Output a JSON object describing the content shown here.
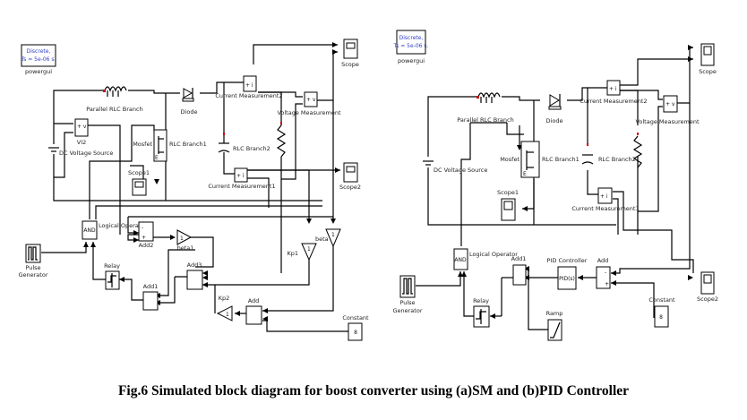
{
  "caption": "Fig.6 Simulated block diagram for boost converter using (a)SM and (b)PID Controller",
  "diagram_a": {
    "powergui": {
      "line1": "Discrete,",
      "line2": "Ts = 5e-06 s.",
      "label": "powergui"
    },
    "blocks": {
      "parallel_rlc": "Parallel RLC Branch",
      "diode": "Diode",
      "current_meas2": "Current Measurement2",
      "voltage_meas": "Voltage Measurement",
      "scope": "Scope",
      "vi2": "VI2",
      "dc_source": "DC Voltage Source",
      "mosfet": "Mosfet",
      "rlc_branch1": "RLC Branch1",
      "rlc_branch2": "RLC Branch2",
      "current_meas1": "Current Measurement1",
      "scope1": "Scope1",
      "scope2": "Scope2",
      "logical_op": "Logical Operator",
      "and_text": "AND",
      "pulse_gen": "Pulse Generator",
      "relay": "Relay",
      "add1": "Add1",
      "add2": "Add2",
      "add3": "Add3",
      "add": "Add",
      "beta1": "beta1",
      "beta": "beta",
      "kp1": "Kp1",
      "kp2": "Kp2",
      "gain_value": "1",
      "constant": "Constant",
      "constant_value": "8"
    }
  },
  "diagram_b": {
    "powergui": {
      "line1": "Discrete,",
      "line2": "Ts = 5e-06 s.",
      "label": "powergui"
    },
    "blocks": {
      "parallel_rlc": "Parallel RLC Branch",
      "diode": "Diode",
      "current_meas2": "Current Measurement2",
      "voltage_meas": "Voltage Measurement",
      "scope": "Scope",
      "dc_source": "DC Voltage Source",
      "mosfet": "Mosfet",
      "rlc_branch1": "RLC Branch1",
      "rlc_branch2": "RLC Branch2",
      "current_meas1": "Current Measurement1",
      "scope1": "Scope1",
      "scope2": "Scope2",
      "logical_op": "Logical Operator",
      "and_text": "AND",
      "pulse_gen": "Pulse Generator",
      "relay": "Relay",
      "add1": "Add1",
      "add": "Add",
      "pid": "PID Controller",
      "pid_text": "PID(s)",
      "ramp": "Ramp",
      "constant": "Constant",
      "constant_value": "8"
    }
  }
}
